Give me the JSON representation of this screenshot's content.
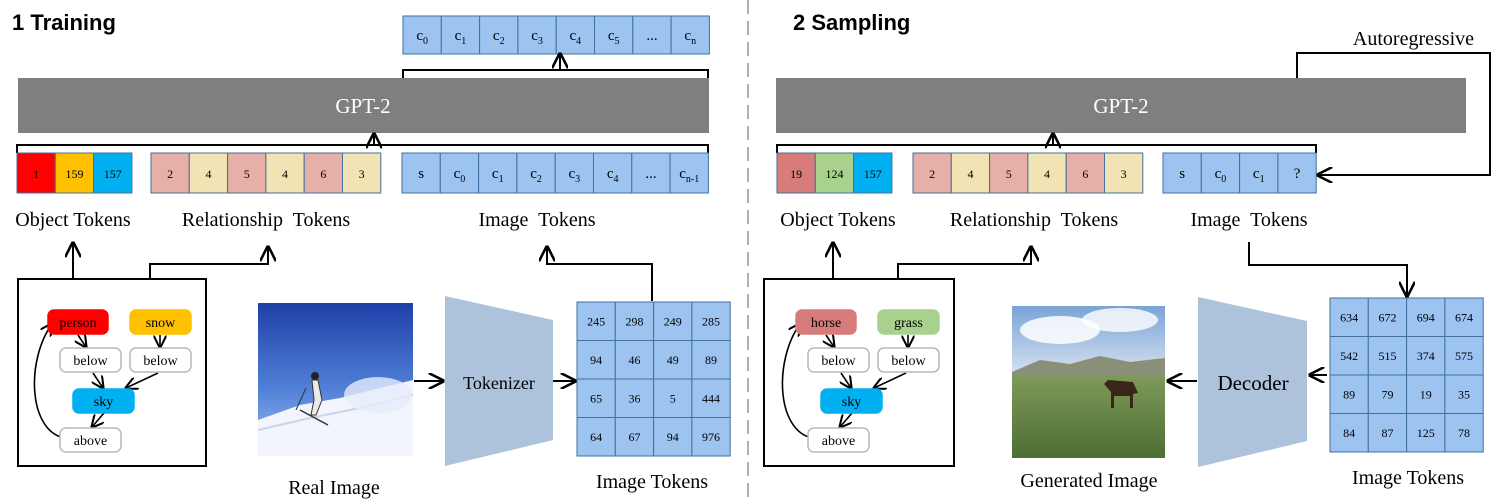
{
  "colors": {
    "gpt_bar": "#7f7f7f",
    "token_blue": "#9dc3f0",
    "object_red": "#ff0000",
    "object_orange": "#ffc000",
    "object_cyan": "#00b0f0",
    "object_rose": "#d77b7b",
    "object_green": "#a9d18e",
    "rel_rose": "#e6b0a8",
    "rel_cream": "#f2e3b5",
    "node_red": "#ff0000",
    "node_orange": "#ffc000",
    "node_sky": "#00b0f0",
    "node_horse": "#d77b7b",
    "node_grass": "#a9d18e",
    "trapezoid": "#adc2db",
    "divider": "#b0b0b0"
  },
  "training": {
    "title": "1 Training",
    "gpt_label": "GPT-2",
    "output_tokens": [
      {
        "b": "c",
        "s": "0"
      },
      {
        "b": "c",
        "s": "1"
      },
      {
        "b": "c",
        "s": "2"
      },
      {
        "b": "c",
        "s": "3"
      },
      {
        "b": "c",
        "s": "4"
      },
      {
        "b": "c",
        "s": "5"
      },
      {
        "b": "...",
        "s": ""
      },
      {
        "b": "c",
        "s": "n"
      }
    ],
    "object_tokens": [
      "1",
      "159",
      "157"
    ],
    "relationship_tokens": [
      "2",
      "4",
      "5",
      "4",
      "6",
      "3"
    ],
    "image_tokens": [
      {
        "b": "s",
        "s": ""
      },
      {
        "b": "c",
        "s": "0"
      },
      {
        "b": "c",
        "s": "1"
      },
      {
        "b": "c",
        "s": "2"
      },
      {
        "b": "c",
        "s": "3"
      },
      {
        "b": "c",
        "s": "4"
      },
      {
        "b": "...",
        "s": ""
      },
      {
        "b": "c",
        "s": "n-1"
      }
    ],
    "object_label": "Object Tokens",
    "relationship_label": "Relationship  Tokens",
    "image_label": "Image  Tokens",
    "graph": {
      "n1": "person",
      "n2": "snow",
      "n3": "below",
      "n4": "below",
      "n5": "sky",
      "n6": "above"
    },
    "photo_caption": "Real Image",
    "tokenizer_label": "Tokenizer",
    "grid": [
      "245",
      "298",
      "249",
      "285",
      "94",
      "46",
      "49",
      "89",
      "65",
      "36",
      "5",
      "444",
      "64",
      "67",
      "94",
      "976"
    ],
    "grid_caption": "Image Tokens"
  },
  "sampling": {
    "title": "2 Sampling",
    "gpt_label": "GPT-2",
    "autoregressive_label": "Autoregressive",
    "object_tokens": [
      "19",
      "124",
      "157"
    ],
    "relationship_tokens": [
      "2",
      "4",
      "5",
      "4",
      "6",
      "3"
    ],
    "image_tokens": [
      {
        "b": "s",
        "s": ""
      },
      {
        "b": "c",
        "s": "0"
      },
      {
        "b": "c",
        "s": "1"
      },
      {
        "b": "?",
        "s": ""
      }
    ],
    "object_label": "Object Tokens",
    "relationship_label": "Relationship  Tokens",
    "image_label": "Image  Tokens",
    "graph": {
      "n1": "horse",
      "n2": "grass",
      "n3": "below",
      "n4": "below",
      "n5": "sky",
      "n6": "above"
    },
    "photo_caption": "Generated Image",
    "decoder_label": "Decoder",
    "grid": [
      "634",
      "672",
      "694",
      "674",
      "542",
      "515",
      "374",
      "575",
      "89",
      "79",
      "19",
      "35",
      "84",
      "87",
      "125",
      "78"
    ],
    "grid_caption": "Image Tokens"
  }
}
